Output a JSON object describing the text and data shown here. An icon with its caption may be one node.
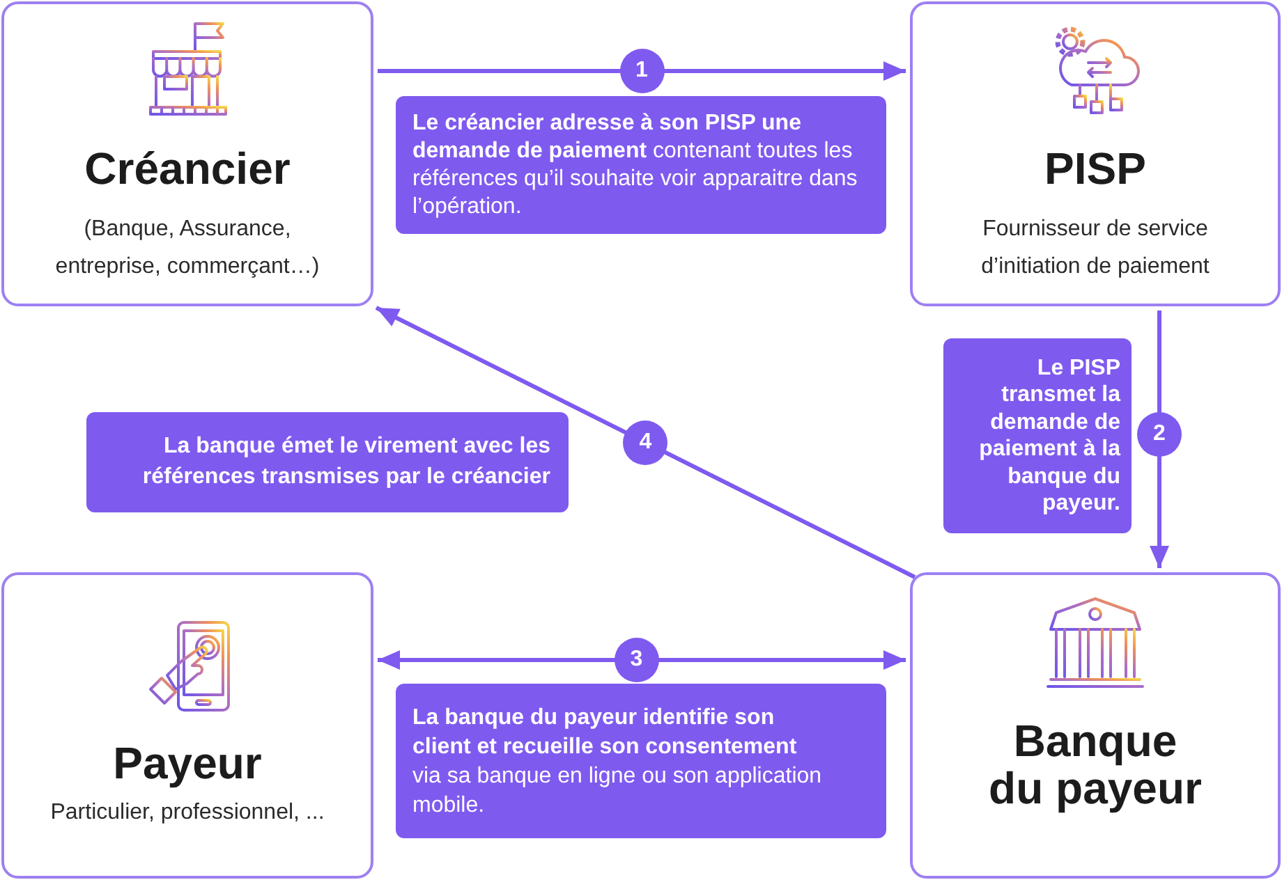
{
  "diagram": {
    "nodes": [
      {
        "text": [
          "Créancier",
          "(Banque, Assurance, entreprise, commerçant…)"
        ]
      },
      {
        "text": [
          "**Le créancier adresse à son PISP une demande de paiement** contenant toutes les références qu’il souhaite voir apparaitre dans l’opération."
        ]
      },
      {
        "text": [
          "PISP",
          "Fournisseur de service d’initiation de paiement"
        ]
      },
      {
        "text": [
          "Le PISP transmet la demande de paiement à la banque du payeur."
        ]
      },
      {
        "text": [
          "La banque émet le virement avec les références transmises par le créancier"
        ]
      },
      {
        "text": [
          "Payeur",
          "Particulier, professionnel, ..."
        ]
      },
      {
        "text": [
          "**La banque du payeur identifie son client et recueille son consentement** via sa banque en ligne ou son application mobile."
        ]
      },
      {
        "text": [
          "Banque du payeur"
        ]
      }
    ],
    "edges": [
      {
        "from": 0,
        "to": 2,
        "arrow": "to",
        "label": "1"
      },
      {
        "from": 2,
        "to": 7,
        "arrow": "to",
        "label": "2"
      },
      {
        "from": 5,
        "to": 7,
        "arrow": "both",
        "label": "3"
      },
      {
        "from": 7,
        "to": 0,
        "arrow": "to",
        "label": "4"
      }
    ]
  }
}
